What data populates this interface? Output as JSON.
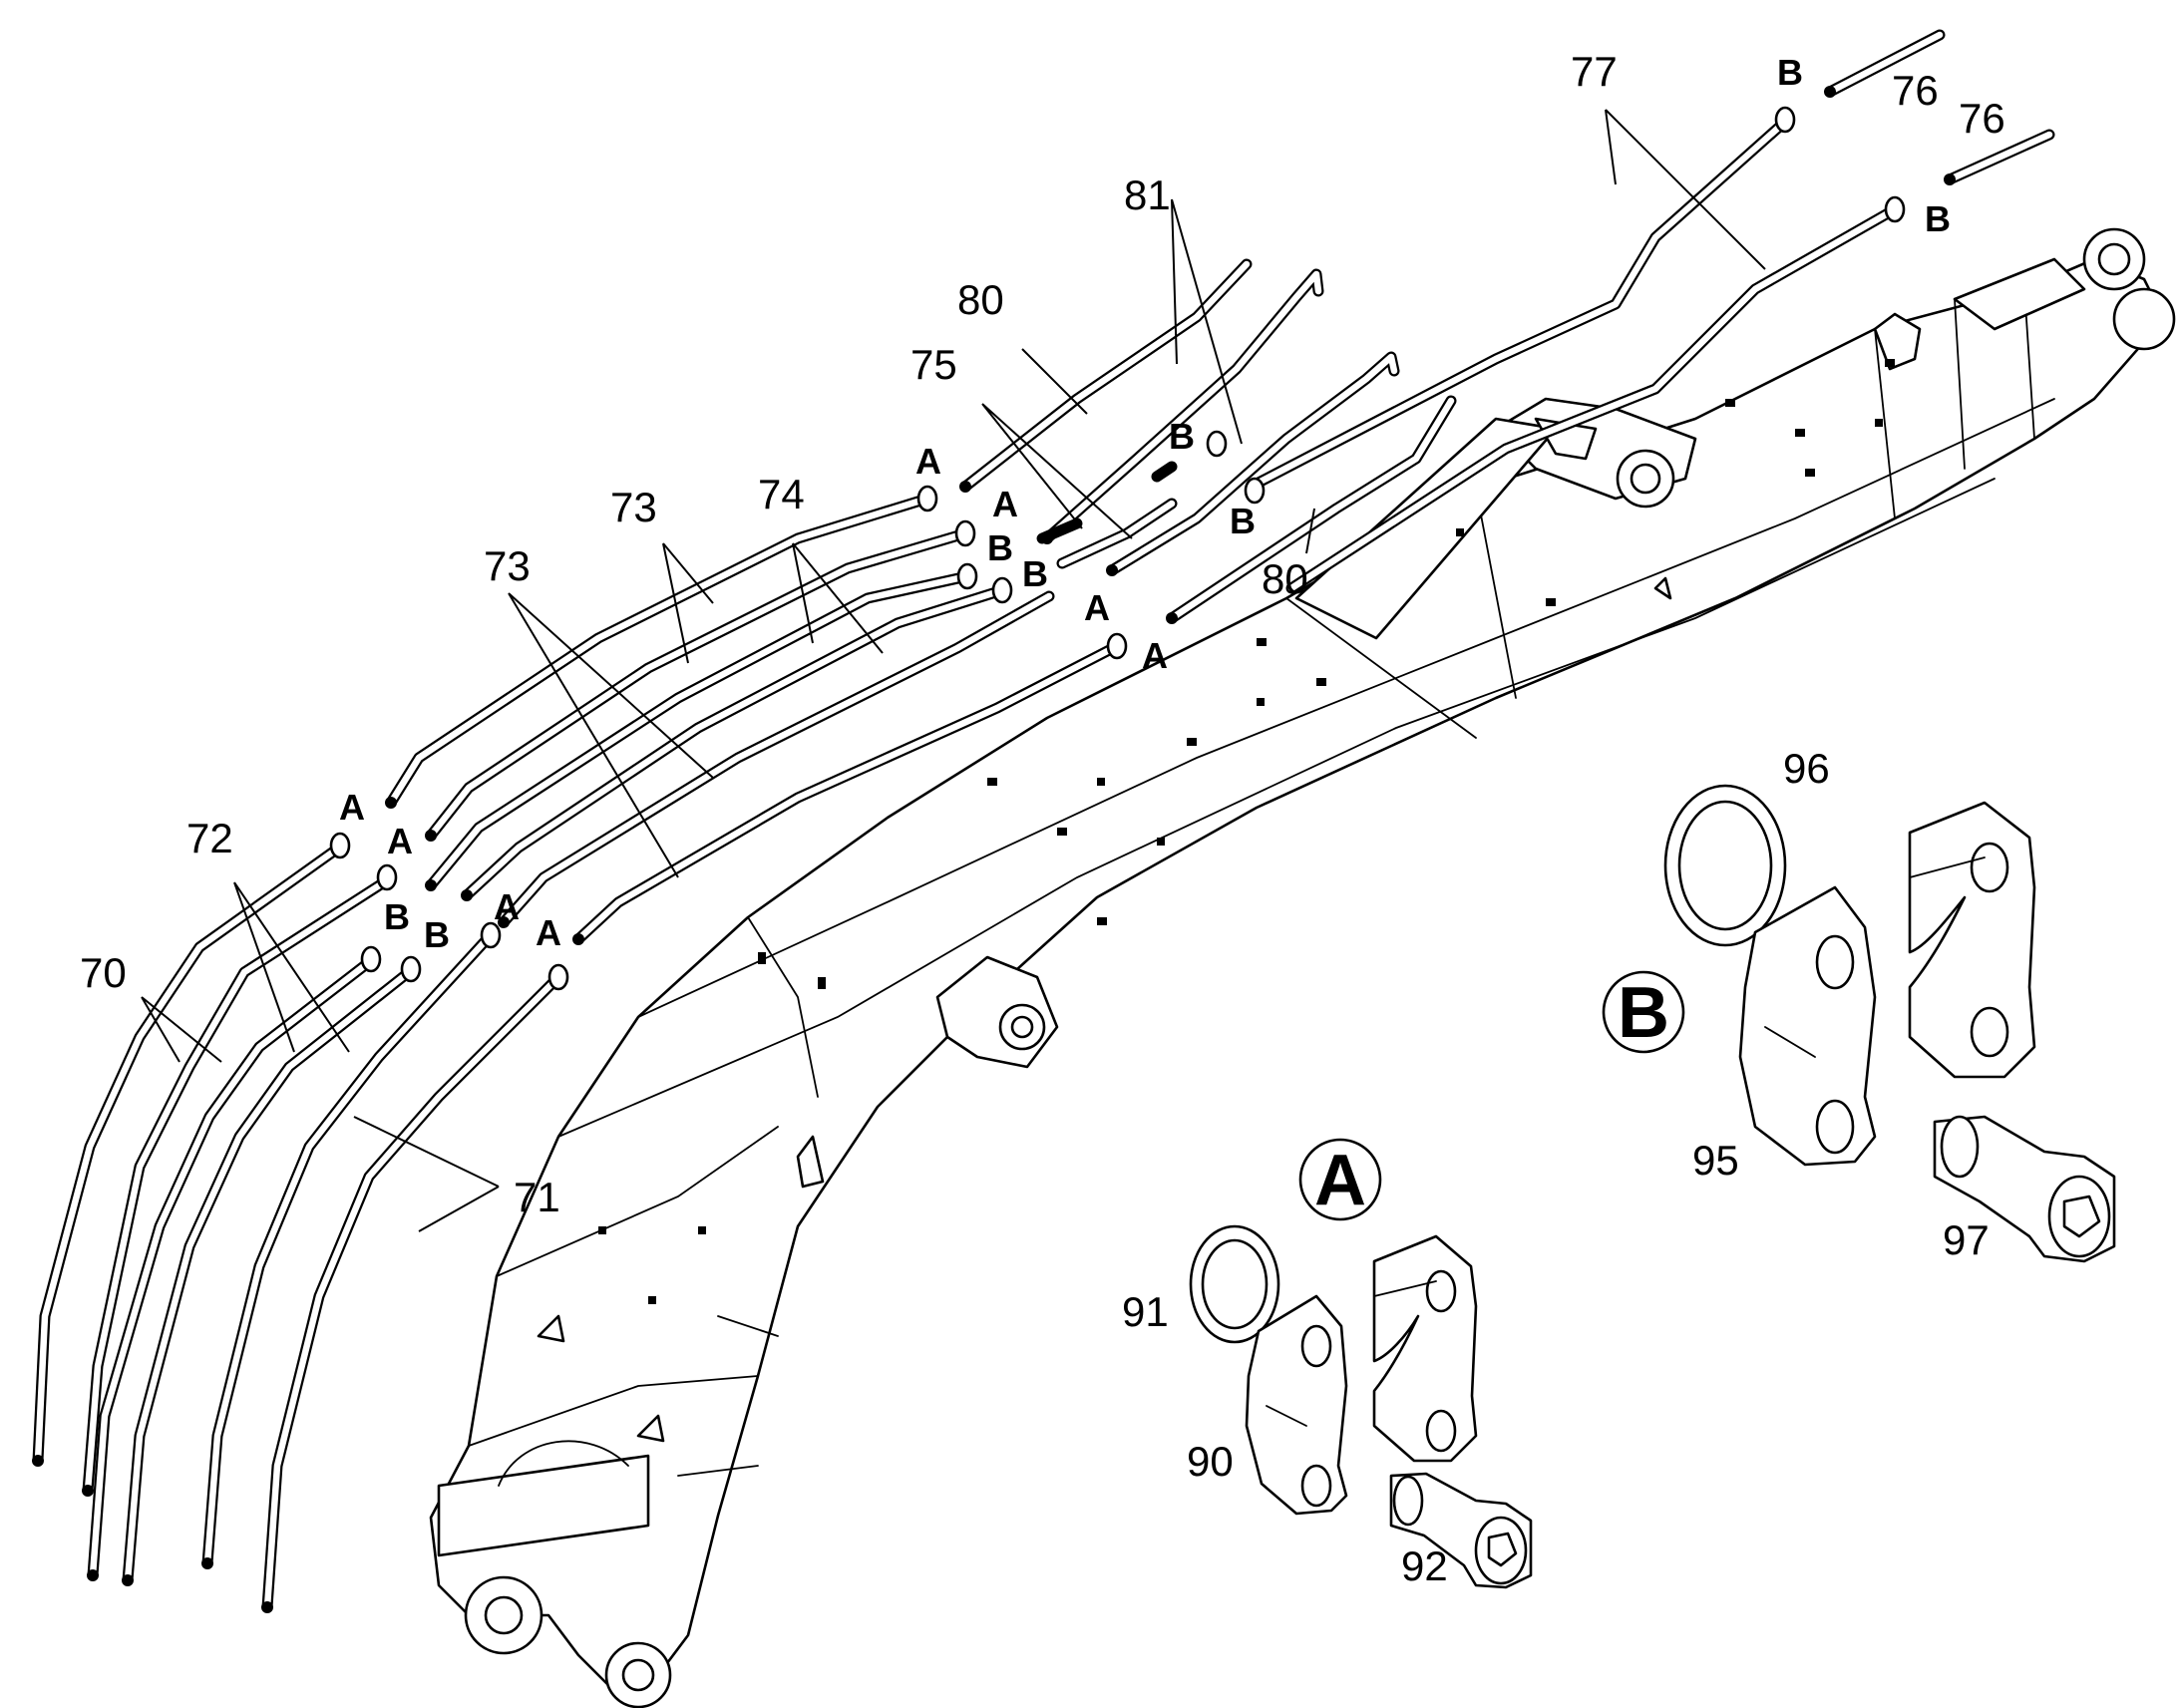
{
  "part_numbers": {
    "p70": "70",
    "p71": "71",
    "p72": "72",
    "p73a": "73",
    "p73b": "73",
    "p74": "74",
    "p75": "75",
    "p76a": "76",
    "p76b": "76",
    "p77": "77",
    "p80a": "80",
    "p80b": "80",
    "p81": "81",
    "p90": "90",
    "p91": "91",
    "p92": "92",
    "p95": "95",
    "p96": "96",
    "p97": "97"
  },
  "connector_labels": {
    "a": "A",
    "b": "B"
  },
  "detail_views": {
    "a": "A",
    "b": "B"
  },
  "colors": {
    "line": "#000000",
    "background": "#ffffff"
  }
}
